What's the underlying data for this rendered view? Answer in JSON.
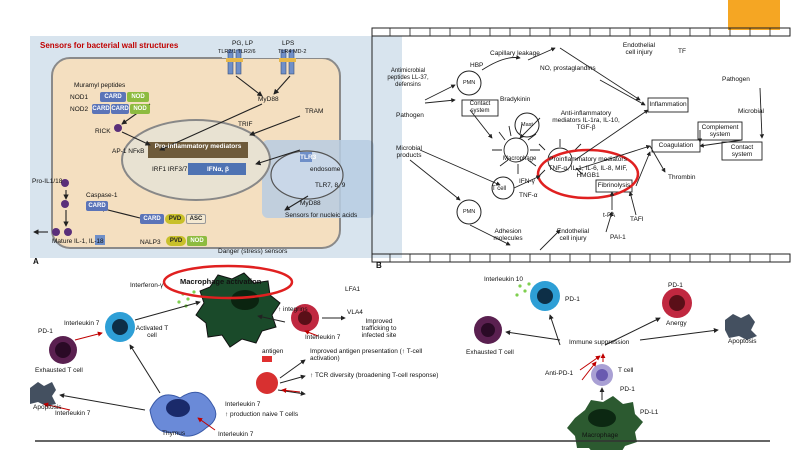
{
  "colors": {
    "accent_orange": "#f5a623",
    "highlight_red": "#e02020",
    "panel_a_bg": "#d8e4ee",
    "cell_fill": "#f4dfc0",
    "nucleus_fill": "#e8e2d2",
    "card_blue": "#5b74b8",
    "nod_green": "#8dbb3f",
    "endosome_blue": "#b7cce2"
  },
  "panel_a": {
    "sensor_wall": "Sensors for bacterial wall structures",
    "pg_lp": "PG, LP",
    "lps": "LPS",
    "tlr21_26": "TLR2/1 TLR2/6",
    "tlr4_md2": "TLR4 MD-2",
    "muramyl": "Muramyl peptides",
    "nod1": "NOD1",
    "nod2": "NOD2",
    "card": "CARD",
    "nod": "NOD",
    "myd88": "MyD88",
    "tram": "TRAM",
    "trif": "TRIF",
    "ripk": "RICK",
    "ap1_nfkb": "AP-1  NFκB",
    "pro_inflam": "Pro-inflammatory mediators",
    "irf": "IRF1 IRF3/7",
    "ifna": "IFNα, β",
    "tlr3": "TLR3",
    "endosome": "endosome",
    "tlr789": "TLR7, 8, 9",
    "myd88_2": "MyD88",
    "nucleic": "Sensors for nucleic acids",
    "pro_il1": "Pro-IL1/18",
    "caspase": "Caspase-1",
    "mature_il": "Mature IL-1, IL-18",
    "pvd": "PVD",
    "asc": "ASC",
    "nalp3": "NALP3",
    "danger": "Danger (stress) sensors",
    "panel_letter": "A"
  },
  "panel_b": {
    "antimicrobial": "Antimicrobial peptides LL-37, defensins",
    "hbp": "HBP",
    "capillary": "Capillary leakage",
    "no_prosta": "NO, prostaglandins",
    "endo_injury_top": "Endothelial cell injury",
    "tf": "TF",
    "pathogen_left": "Pathogen",
    "pmn_top": "PMN",
    "contact_system_left": "Contact system",
    "bradykinin": "Bradykinin",
    "mast": "Mast",
    "anti_inflam": "Anti-inflammatory mediators IL-1ra, IL-10, TGF-β",
    "inflammation": "Inflammation",
    "pathogen_right": "Pathogen",
    "microbial_right": "Microbial",
    "complement": "Complement system",
    "contact_system_right": "Contact system",
    "microbial_products": "Microbial products",
    "macrophage": "Macrophage",
    "pro_mediators_title": "Proinflammatory mediators",
    "pro_mediators_list": "TNF-α, IL-1, IL-6, IL-8, MIF, HMGB1",
    "coagulation": "Coagulation",
    "ifn_g": "IFN-γ",
    "t_cell": "T cell",
    "tnf_a": "TNF-α",
    "fibrinolysis": "Fibrinolysis",
    "thrombin": "Thrombin",
    "pmn_bottom": "PMN",
    "tpa": "t-PA",
    "tafi": "TAFI",
    "adhesion": "Adhesion molecules",
    "endo_injury_bottom": "Endothelial cell injury",
    "pai1": "PAI-1",
    "panel_letter": "B"
  },
  "panel_c": {
    "macrophage_activation": "Macrophage activation",
    "interferon": "Interferon-γ",
    "lfa1": "LFA1",
    "integrins": "↑ integrins",
    "vla4": "VLA4",
    "improved_traffic": "Improved trafficking to infected site",
    "il7_top": "Interleukin 7",
    "pd1": "PD-1",
    "il7_left": "Interleukin 7",
    "activated_t": "Activated T cell",
    "exhausted_t": "Exhausted T cell",
    "antigen": "antigen",
    "improved_antigen": "Improved antigen presentation (↑ T-cell activation)",
    "tcr_diversity": "↑ TCR diversity (broadening T-cell response)",
    "apoptosis": "Apoptosis",
    "il7_apop": "Interleukin 7",
    "il7_mid": "Interleukin 7",
    "production_naive": "↑ production naive T cells",
    "thymus": "Thymus",
    "il7_bottom": "Interleukin 7"
  },
  "panel_d": {
    "il10": "Interleukin 10",
    "pd1_top": "PD-1",
    "pd1_right": "PD-1",
    "anergy": "Anergy",
    "exhausted_t": "Exhausted T cell",
    "immune_suppression": "Immune suppression",
    "apoptosis": "Apoptosis",
    "anti_pd1": "Anti-PD-1",
    "t_cell": "T cell",
    "pd1_bottom": "PD-1",
    "pdl1": "PD-L1",
    "macrophage": "Macrophage"
  }
}
